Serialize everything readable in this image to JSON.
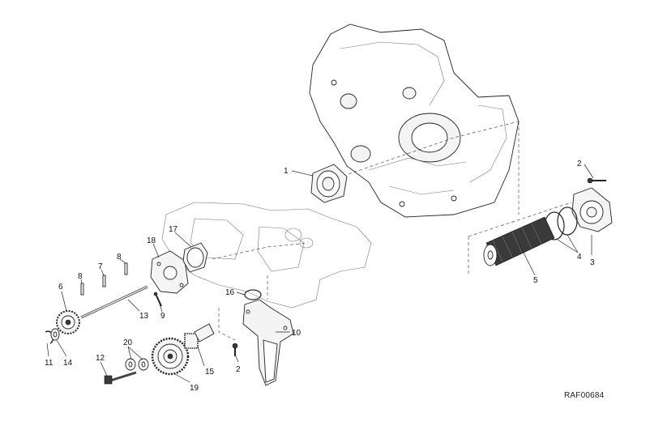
{
  "diagram": {
    "reference_code": "RAF00684",
    "callouts": [
      "1",
      "2",
      "2",
      "3",
      "4",
      "5",
      "6",
      "7",
      "8",
      "8",
      "9",
      "10",
      "11",
      "12",
      "13",
      "14",
      "15",
      "16",
      "17",
      "18",
      "19",
      "20"
    ]
  }
}
